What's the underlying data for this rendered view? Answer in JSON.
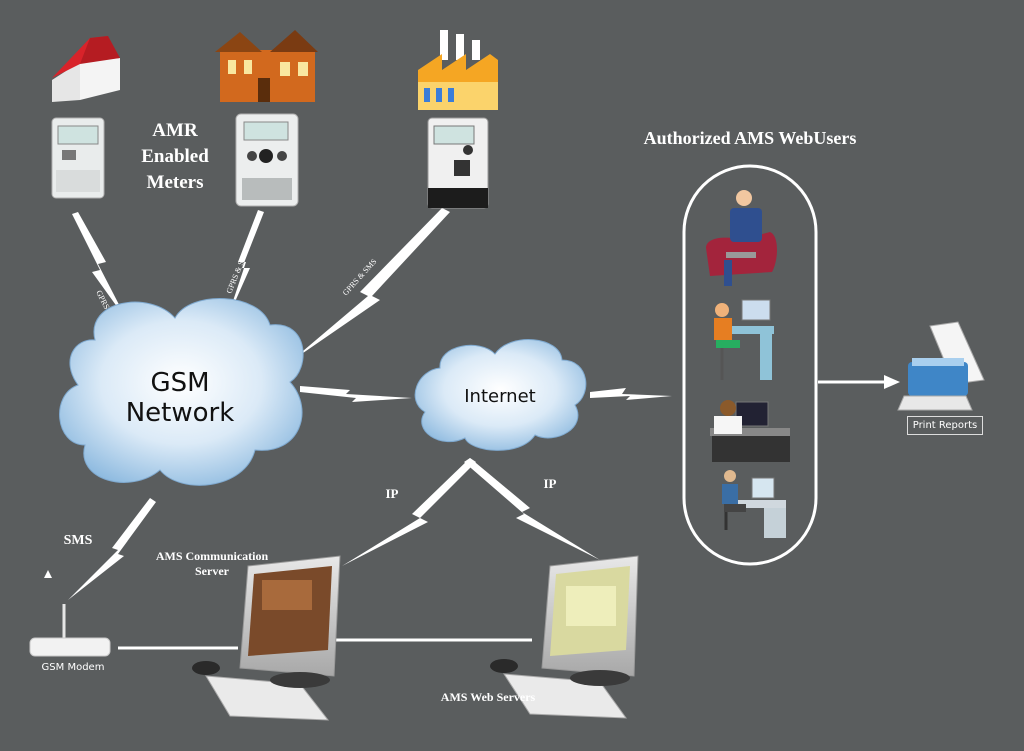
{
  "labels": {
    "amr_meters": "AMR Enabled Meters",
    "authorized_users": "Authorized AMS WebUsers",
    "gsm_network": "GSM Network",
    "internet": "Internet",
    "sms": "SMS",
    "ip_left": "IP",
    "ip_right": "IP",
    "comm_server": "AMS Communication Server",
    "web_servers": "AMS Web Servers",
    "gsm_modem": "GSM Modem",
    "print_reports": "Print Reports",
    "gprs_sms_1": "GPRS & SMS",
    "gprs_sms_2": "GPRS & SMS",
    "gprs_sms_3": "GPRS & SMS"
  },
  "colors": {
    "background": "#5a5d5e",
    "cloud": "#b9d6ee",
    "connector": "#ffffff",
    "house_roof": "#d8232a",
    "factory_roof": "#f5a623"
  },
  "icons": [
    "house-icon",
    "building-icon",
    "factory-icon",
    "meter-icon",
    "modem-icon",
    "monitor-icon",
    "keyboard-icon",
    "mouse-icon",
    "printer-icon",
    "user-icon"
  ]
}
